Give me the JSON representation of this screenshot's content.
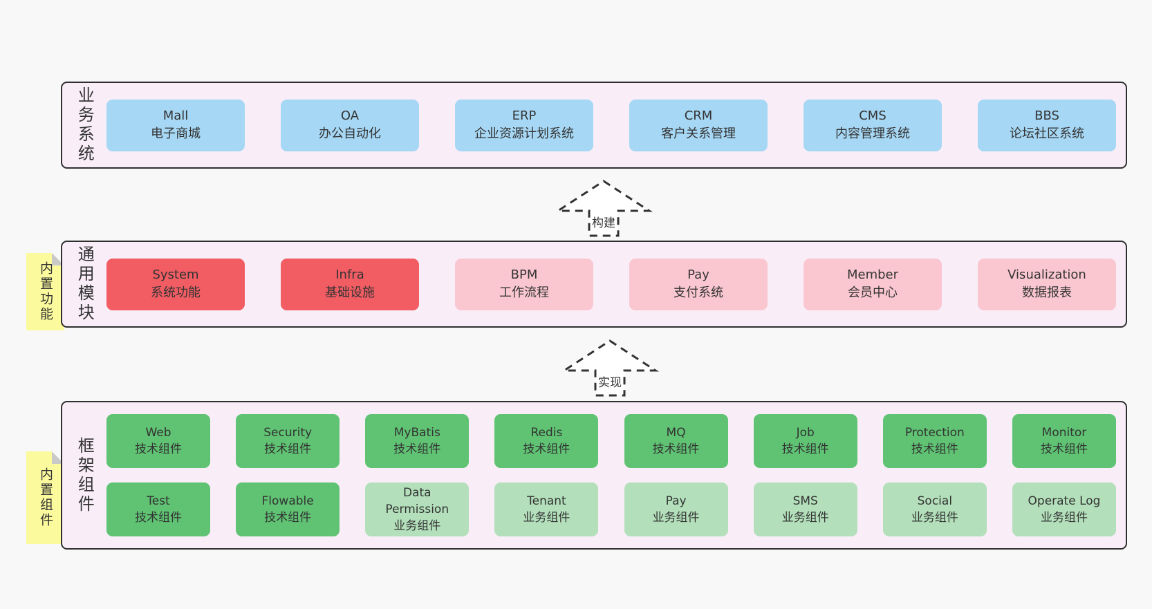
{
  "colors": {
    "page_bg": "#f8f8f8",
    "band_bg": "#f9eef8",
    "band_border": "#2f2f2f",
    "text": "#333333",
    "blue": "#a6d7f4",
    "red": "#f15d63",
    "pink": "#fac7d1",
    "green": "#5fc373",
    "green_light": "#b3e0bb",
    "yellow": "#fbfa9d",
    "fold": "#c9c9c9",
    "arrow_fill": "#ffffff",
    "arrow_stroke": "#333333"
  },
  "bands": [
    {
      "id": "business-systems",
      "label": "业务系统",
      "rows": [
        [
          {
            "name": "Mall",
            "subtitle": "电子商城",
            "variant": "blue"
          },
          {
            "name": "OA",
            "subtitle": "办公自动化",
            "variant": "blue"
          },
          {
            "name": "ERP",
            "subtitle": "企业资源计划系统",
            "variant": "blue"
          },
          {
            "name": "CRM",
            "subtitle": "客户关系管理",
            "variant": "blue"
          },
          {
            "name": "CMS",
            "subtitle": "内容管理系统",
            "variant": "blue"
          },
          {
            "name": "BBS",
            "subtitle": "论坛社区系统",
            "variant": "blue"
          }
        ]
      ]
    },
    {
      "id": "common-modules",
      "label": "通用模块",
      "sticky": "内置功能",
      "rows": [
        [
          {
            "name": "System",
            "subtitle": "系统功能",
            "variant": "red"
          },
          {
            "name": "Infra",
            "subtitle": "基础设施",
            "variant": "red"
          },
          {
            "name": "BPM",
            "subtitle": "工作流程",
            "variant": "pink"
          },
          {
            "name": "Pay",
            "subtitle": "支付系统",
            "variant": "pink"
          },
          {
            "name": "Member",
            "subtitle": "会员中心",
            "variant": "pink"
          },
          {
            "name": "Visualization",
            "subtitle": "数据报表",
            "variant": "pink"
          }
        ]
      ]
    },
    {
      "id": "framework-components",
      "label": "框架组件",
      "sticky": "内置组件",
      "rows": [
        [
          {
            "name": "Web",
            "subtitle": "技术组件",
            "variant": "green"
          },
          {
            "name": "Security",
            "subtitle": "技术组件",
            "variant": "green"
          },
          {
            "name": "MyBatis",
            "subtitle": "技术组件",
            "variant": "green"
          },
          {
            "name": "Redis",
            "subtitle": "技术组件",
            "variant": "green"
          },
          {
            "name": "MQ",
            "subtitle": "技术组件",
            "variant": "green"
          },
          {
            "name": "Job",
            "subtitle": "技术组件",
            "variant": "green"
          },
          {
            "name": "Protection",
            "subtitle": "技术组件",
            "variant": "green"
          },
          {
            "name": "Monitor",
            "subtitle": "技术组件",
            "variant": "green"
          }
        ],
        [
          {
            "name": "Test",
            "subtitle": "技术组件",
            "variant": "green"
          },
          {
            "name": "Flowable",
            "subtitle": "技术组件",
            "variant": "green"
          },
          {
            "name": "Data Permission",
            "subtitle": "业务组件",
            "variant": "green_light"
          },
          {
            "name": "Tenant",
            "subtitle": "业务组件",
            "variant": "green_light"
          },
          {
            "name": "Pay",
            "subtitle": "业务组件",
            "variant": "green_light"
          },
          {
            "name": "SMS",
            "subtitle": "业务组件",
            "variant": "green_light"
          },
          {
            "name": "Social",
            "subtitle": "业务组件",
            "variant": "green_light"
          },
          {
            "name": "Operate Log",
            "subtitle": "业务组件",
            "variant": "green_light"
          }
        ]
      ]
    }
  ],
  "arrows": [
    {
      "label": "构建"
    },
    {
      "label": "实现"
    }
  ]
}
